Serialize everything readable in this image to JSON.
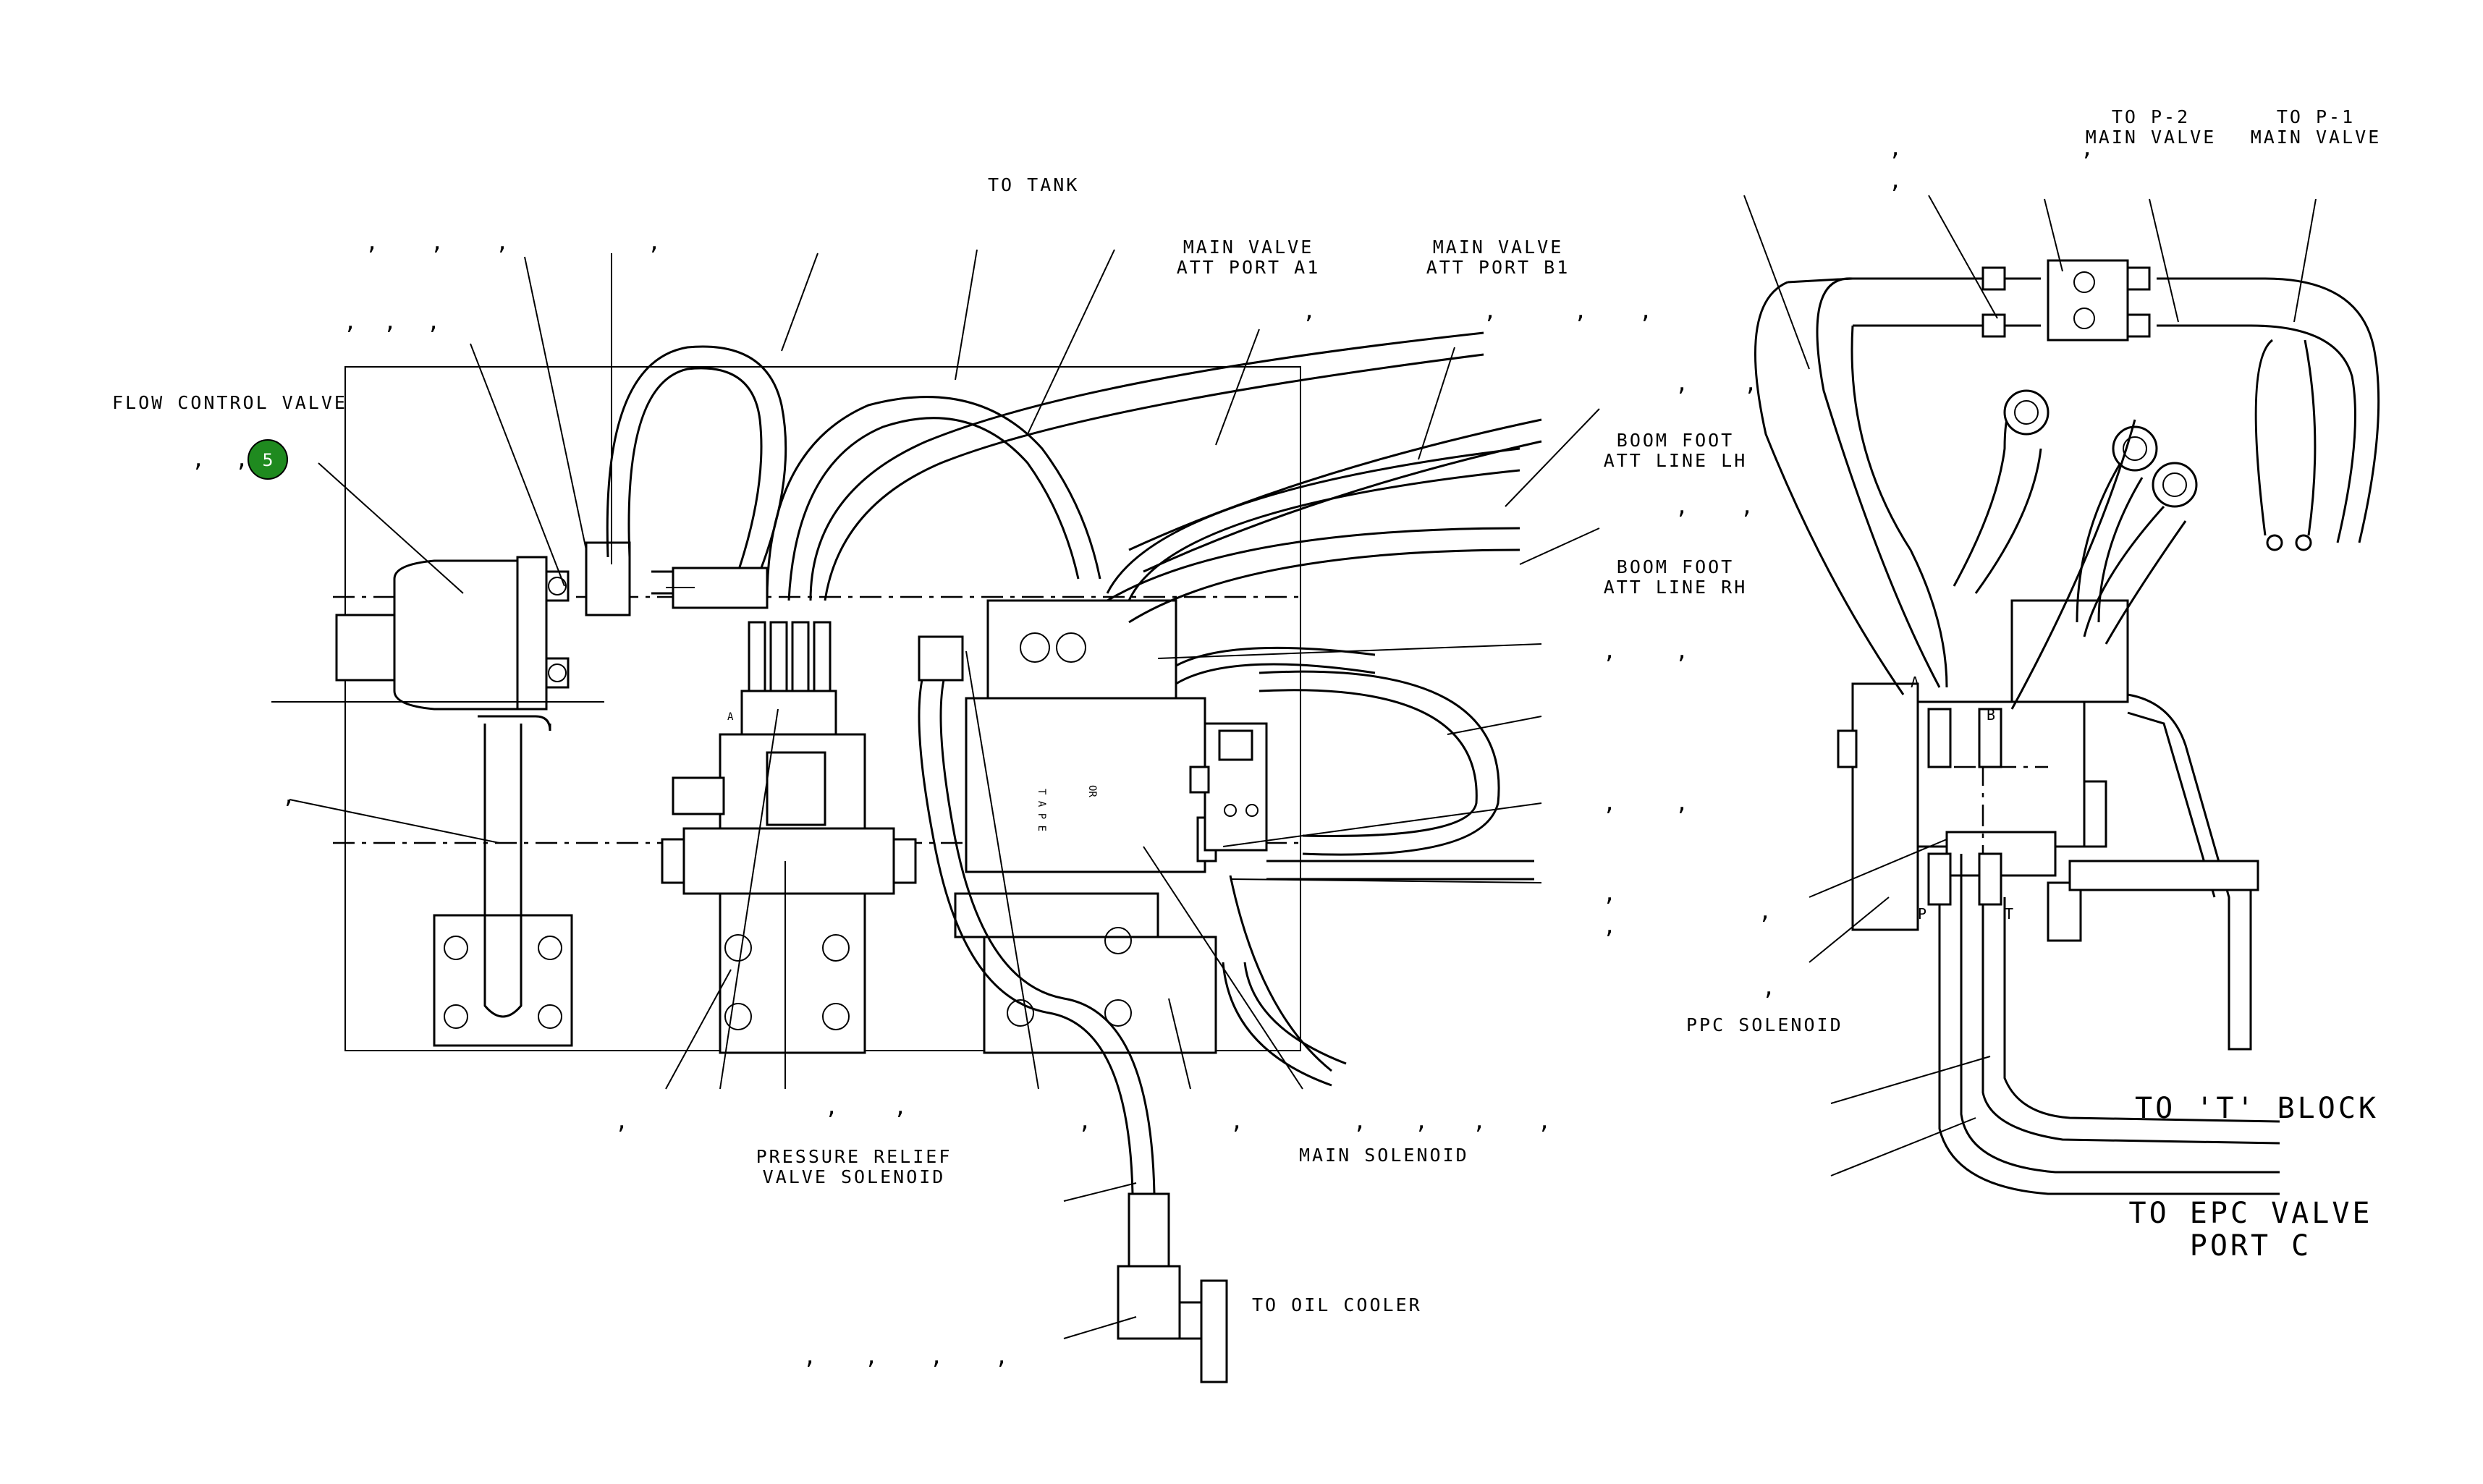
{
  "labels": {
    "to_tank": "TO TANK",
    "main_valve_a1_l1": "MAIN VALVE",
    "main_valve_a1_l2": "ATT PORT A1",
    "main_valve_b1_l1": "MAIN VALVE",
    "main_valve_b1_l2": "ATT PORT B1",
    "flow_control_valve": "FLOW CONTROL VALVE",
    "boom_foot_lh_l1": "BOOM FOOT",
    "boom_foot_lh_l2": "ATT LINE LH",
    "boom_foot_rh_l1": "BOOM FOOT",
    "boom_foot_rh_l2": "ATT LINE RH",
    "pressure_relief_l1": "PRESSURE RELIEF",
    "pressure_relief_l2": "VALVE SOLENOID",
    "main_solenoid": "MAIN SOLENOID",
    "to_oil_cooler": "TO OIL COOLER",
    "to_p2_l1": "TO P-2",
    "to_p2_l2": "MAIN VALVE",
    "to_p1_l1": "TO P-1",
    "to_p1_l2": "MAIN VALVE",
    "ppc_solenoid": "PPC SOLENOID",
    "to_t_block": "TO 'T' BLOCK",
    "to_epc_l1": "TO EPC VALVE",
    "to_epc_l2": "PORT C"
  },
  "callout": {
    "number": "5",
    "color": "#1f8a1f"
  },
  "port_letters": {
    "a": "A",
    "b": "B",
    "p": "P",
    "t": "T",
    "a_small": "A",
    "tape": "T A P E",
    "or": "OR"
  },
  "comma": ","
}
